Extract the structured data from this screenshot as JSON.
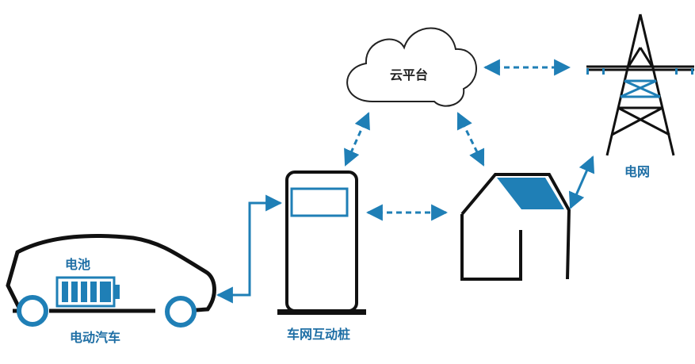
{
  "labels": {
    "cloud": "云平台",
    "grid": "电网",
    "battery": "电池",
    "ev": "电动汽车",
    "charger": "车网互动桩"
  },
  "colors": {
    "accent": "#1f7fb6",
    "outline": "#111111",
    "roof_panel": "#1f7fb6"
  },
  "icons": {
    "cloud": "cloud-icon",
    "tower": "transmission-tower-icon",
    "house": "house-icon",
    "charger": "charging-pile-icon",
    "car": "car-icon",
    "battery": "battery-icon"
  }
}
